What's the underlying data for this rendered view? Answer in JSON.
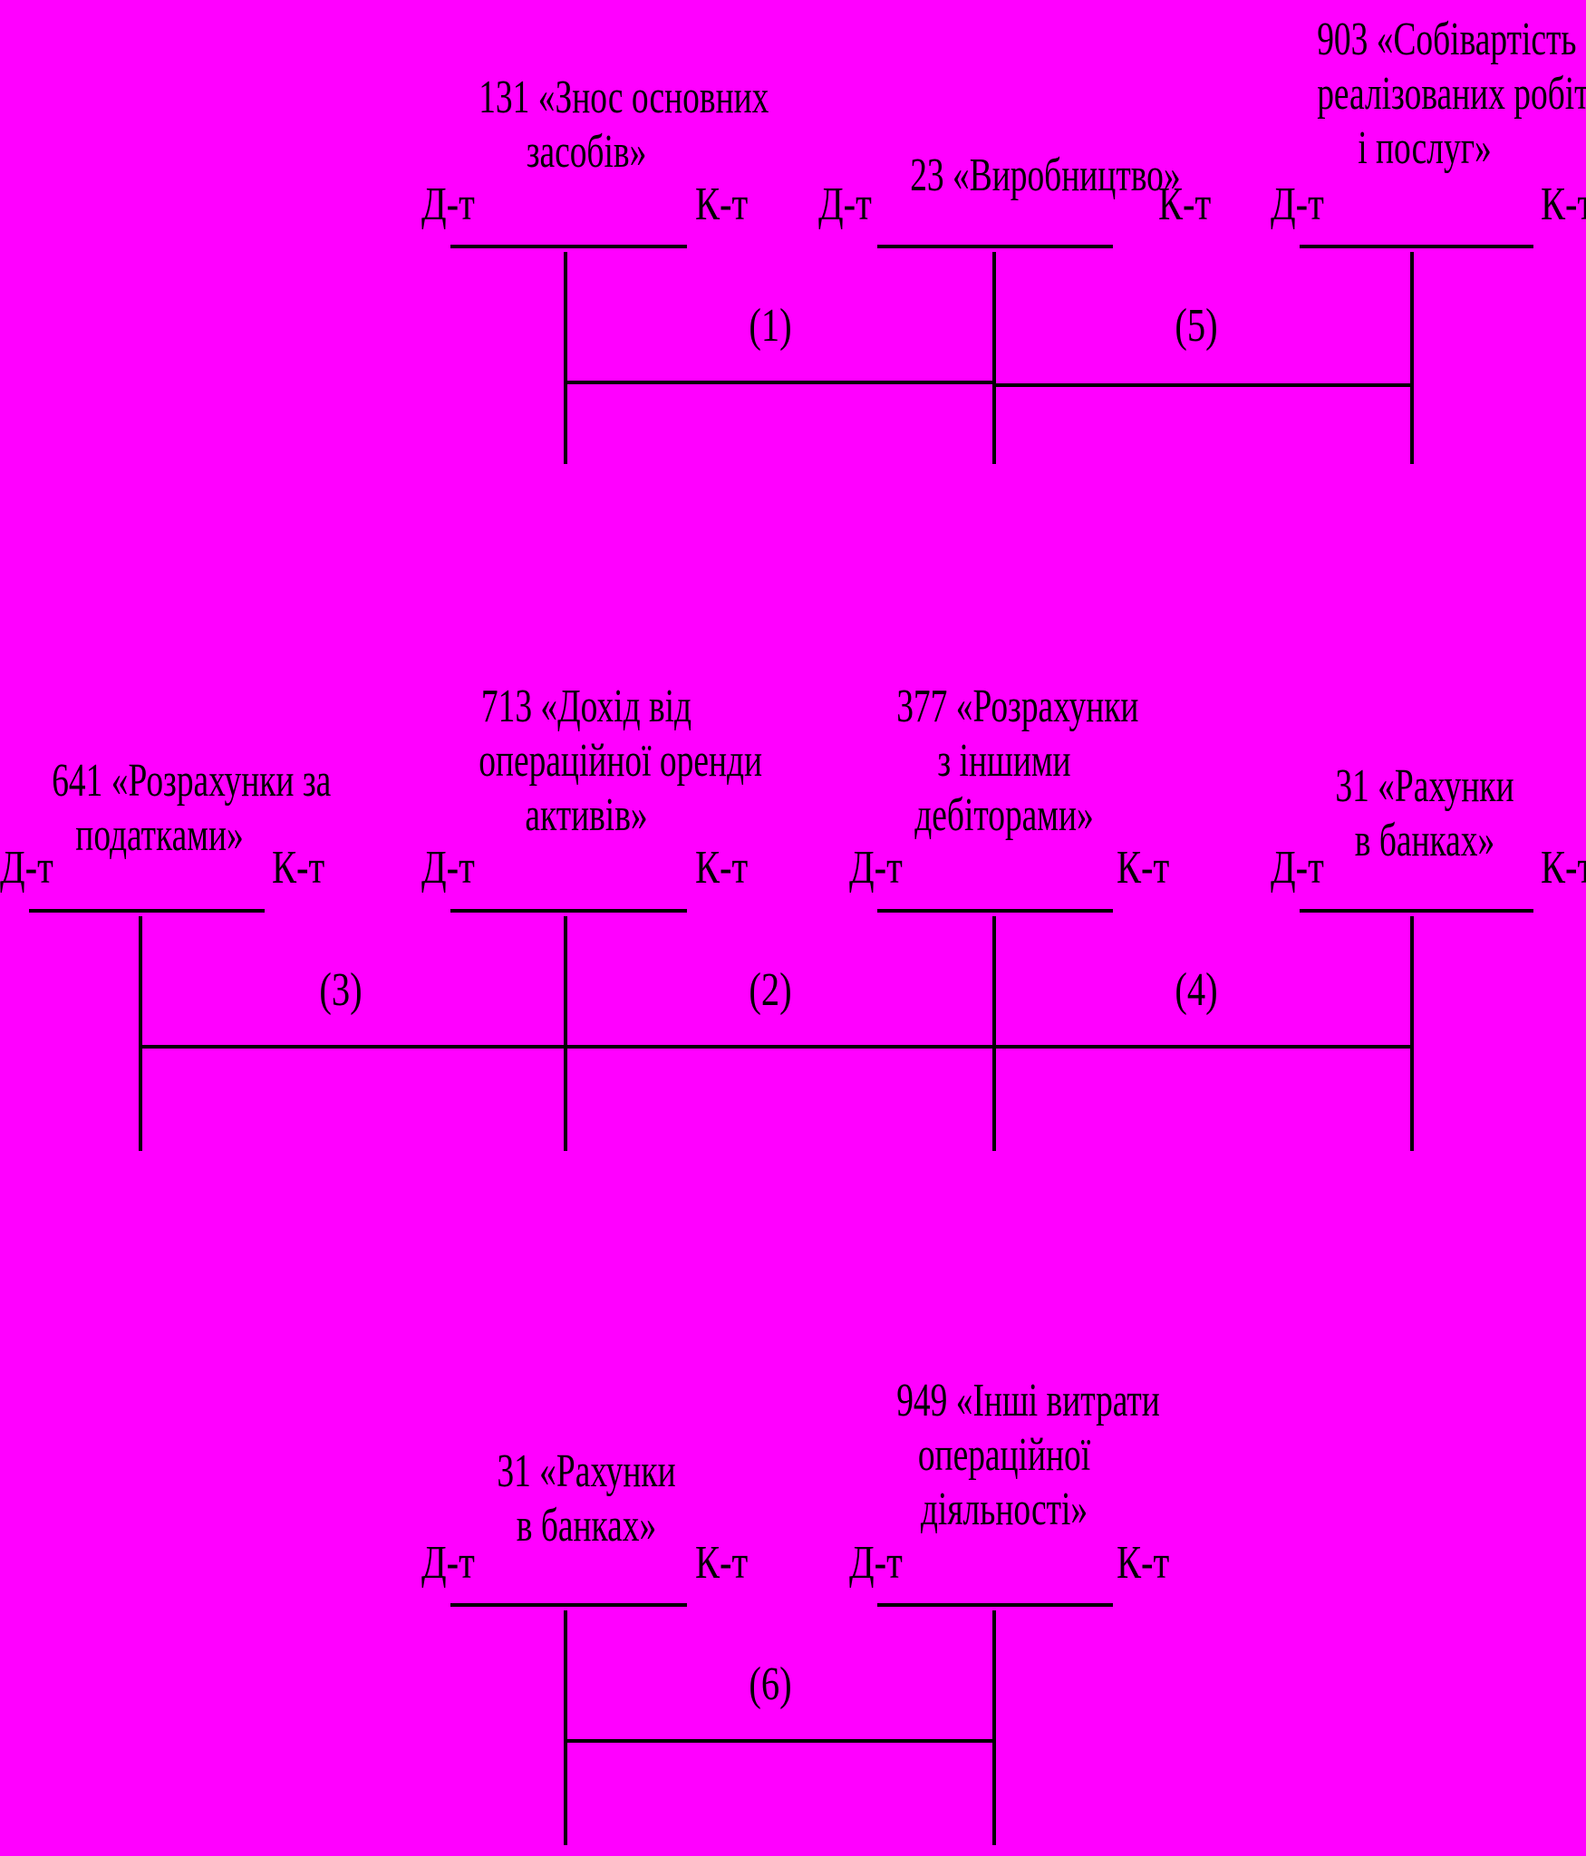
{
  "side_labels": {
    "debit": "Д-т",
    "credit": "К-т"
  },
  "accounts": {
    "a131": {
      "lines": [
        "131 «Знос основних",
        "засобів»"
      ]
    },
    "a23": {
      "lines": [
        "23 «Виробництво»"
      ]
    },
    "a903": {
      "lines": [
        "903 «Собівартість",
        "реалізованих робіт",
        "і послуг»"
      ]
    },
    "a641": {
      "lines": [
        "641 «Розрахунки за",
        "податками»"
      ]
    },
    "a713": {
      "lines": [
        "713 «Дохід від",
        "операційної оренди",
        "активів»"
      ]
    },
    "a377": {
      "lines": [
        "377 «Розрахунки",
        "з іншими",
        "дебіторами»"
      ]
    },
    "a31_r2": {
      "lines": [
        "31 «Рахунки",
        "в банках»"
      ]
    },
    "a31_r3": {
      "lines": [
        "31 «Рахунки",
        "в банках»"
      ]
    },
    "a949": {
      "lines": [
        "949 «Інші витрати",
        "операційної",
        "діяльності»"
      ]
    }
  },
  "entries": {
    "e1": "(1)",
    "e2": "(2)",
    "e3": "(3)",
    "e4": "(4)",
    "e5": "(5)",
    "e6": "(6)"
  }
}
